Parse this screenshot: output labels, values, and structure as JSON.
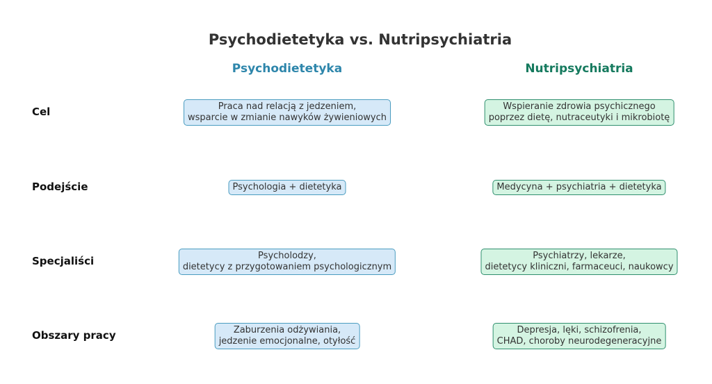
{
  "title": "Psychodietetyka vs. Nutripsychiatria",
  "columns": [
    "Psychodietetyka",
    "Nutripsychiatria"
  ],
  "rows": [
    {
      "label": "Cel",
      "a": [
        "Praca nad relacją z jedzeniem,",
        "wsparcie w zmianie nawyków żywieniowych"
      ],
      "b": [
        "Wspieranie zdrowia psychicznego",
        "poprzez dietę, nutraceutyki i mikrobiotę"
      ]
    },
    {
      "label": "Podejście",
      "a": [
        "Psychologia + dietetyka"
      ],
      "b": [
        "Medycyna + psychiatria + dietetyka"
      ]
    },
    {
      "label": "Specjaliści",
      "a": [
        "Psycholodzy,",
        "dietetycy z przygotowaniem psychologicznym"
      ],
      "b": [
        "Psychiatrzy, lekarze,",
        "dietetycy kliniczni, farmaceuci, naukowcy"
      ]
    },
    {
      "label": "Obszary pracy",
      "a": [
        "Zaburzenia odżywiania,",
        "jedzenie emocjonalne, otyłość"
      ],
      "b": [
        "Depresja, lęki, schizofrenia,",
        "CHAD, choroby neurodegeneracyjne"
      ]
    }
  ],
  "colors": {
    "psycho": "#2e86ab",
    "nutri": "#157a5e"
  }
}
